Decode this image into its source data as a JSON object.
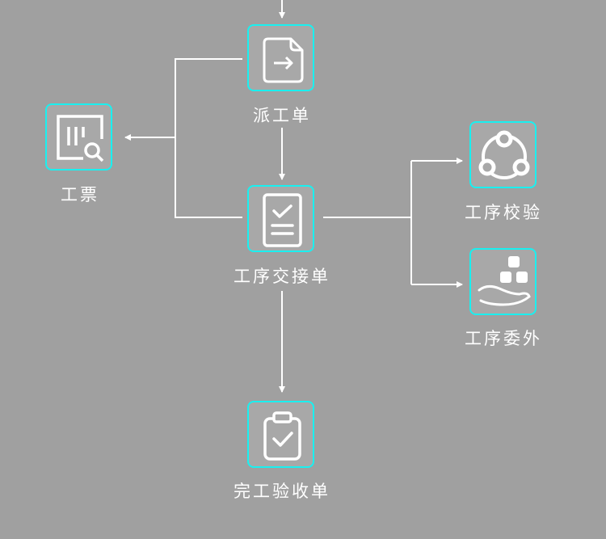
{
  "nodes": {
    "dispatch": {
      "label": "派工单",
      "icon": "file-arrow-icon"
    },
    "ticket": {
      "label": "工票",
      "icon": "barcode-search-icon"
    },
    "handover": {
      "label": "工序交接单",
      "icon": "checklist-icon"
    },
    "check": {
      "label": "工序校验",
      "icon": "share-circle-icon"
    },
    "outsource": {
      "label": "工序委外",
      "icon": "hand-boxes-icon"
    },
    "acceptance": {
      "label": "完工验收单",
      "icon": "clipboard-check-icon"
    }
  },
  "colors": {
    "background": "#a0a0a0",
    "border": "#19f0f0",
    "line": "#ffffff"
  }
}
